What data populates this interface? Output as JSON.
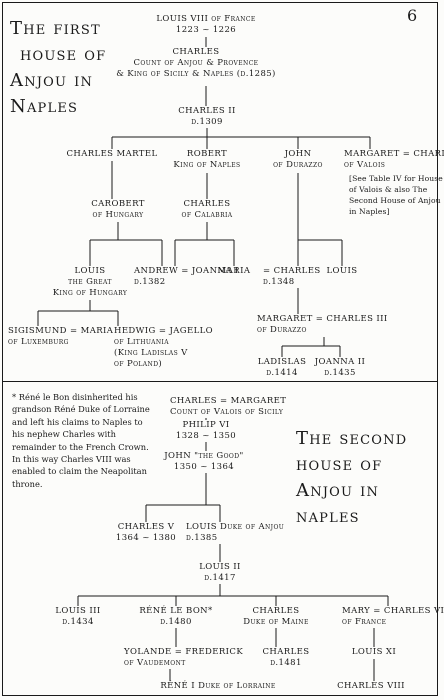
{
  "page_number": "6",
  "first_title": [
    "The first",
    "house of",
    "Anjou in",
    "Naples"
  ],
  "second_title": [
    "The second",
    "house of",
    "Anjou in",
    "naples"
  ],
  "nodes": {
    "louis8": [
      "LOUIS VIII of France",
      "1223 ~ 1226"
    ],
    "charles_provence": [
      "CHARLES",
      "Count of Anjou & Provence",
      "& King of Sicily & Naples (d.1285)"
    ],
    "charles2": [
      "CHARLES II",
      "d.1309"
    ],
    "charles_martel": [
      "CHARLES MARTEL"
    ],
    "robert": [
      "ROBERT",
      "King of Naples"
    ],
    "john_durazzo": [
      "JOHN",
      "of Durazzo"
    ],
    "margaret_valois": [
      "MARGARET = CHARLES",
      "of Valois"
    ],
    "margaret_valois_note": [
      "[See Table IV for House",
      "of Valois & also The",
      "Second House of Anjou",
      "in Naples]"
    ],
    "carobert": [
      "CAROBERT",
      "of Hungary"
    ],
    "charles_calabria": [
      "CHARLES",
      "of Calabria"
    ],
    "louis_great": [
      "LOUIS",
      "the Great",
      "King of Hungary"
    ],
    "andrew": [
      "ANDREW = JOANNA I",
      "d.1382"
    ],
    "maria": [
      "MARIA"
    ],
    "charles_1348": [
      "= CHARLES",
      "d.1348"
    ],
    "louis_durazzo": [
      "LOUIS"
    ],
    "sigismund": [
      "SIGISMUND = MARIA",
      "of Luxemburg"
    ],
    "hedwig": [
      "HEDWIG = JAGELLO",
      "of Lithuania",
      "(King Ladislas V",
      "of Poland)"
    ],
    "margaret_c3": [
      "MARGARET = CHARLES III",
      "of Durazzo"
    ],
    "ladislas": [
      "LADISLAS",
      "d.1414"
    ],
    "joanna2": [
      "JOANNA II",
      "d.1435"
    ],
    "charles_margaret": [
      "CHARLES = MARGARET",
      "Count of Valois  of Sicily"
    ],
    "philip6": [
      "PHILIP VI",
      "1328 ~ 1350"
    ],
    "john_good": [
      "JOHN \"the Good\"",
      "1350 ~ 1364"
    ],
    "charles5": [
      "CHARLES V",
      "1364 ~ 1380"
    ],
    "louis_anjou": [
      "LOUIS Duke of Anjou",
      "d.1385"
    ],
    "louis2": [
      "LOUIS II",
      "d.1417"
    ],
    "louis3": [
      "LOUIS III",
      "d.1434"
    ],
    "rene": [
      "RÉNÉ LE BON*",
      "d.1480"
    ],
    "charles_maine": [
      "CHARLES",
      "Duke of Maine"
    ],
    "mary_c7": [
      "MARY = CHARLES VII",
      "of France"
    ],
    "yolande": [
      "YOLANDE = FREDERICK",
      "of Vaudemont"
    ],
    "charles_1481": [
      "CHARLES",
      "d.1481"
    ],
    "louis11": [
      "LOUIS XI"
    ],
    "rene1": [
      "RÉNÉ I Duke of Lorraine"
    ],
    "charles8": [
      "CHARLES VIII"
    ]
  },
  "footnote": "* Réné le Bon disinherited his grandson Réné Duke of Lorraine and left his claims to Naples to his nephew Charles with remainder to the French Crown. In this way Charles VIII was enabled to claim the Neapolitan throne.",
  "colors": {
    "ink": "#1a1a1a",
    "paper": "#fcfcfa"
  }
}
